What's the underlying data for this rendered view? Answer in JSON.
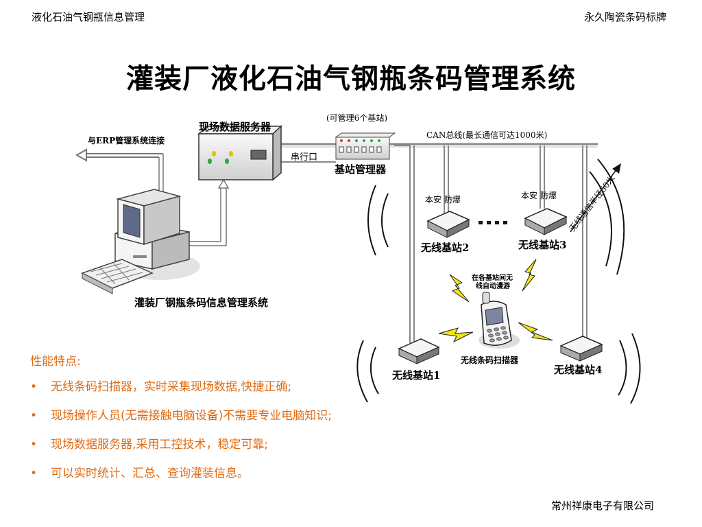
{
  "header": {
    "left": "液化石油气钢瓶信息管理",
    "right": "永久陶瓷条码标牌"
  },
  "title": "灌装厂液化石油气钢瓶条码管理系统",
  "diagram": {
    "server_label": "现场数据服务器",
    "erp_label": "与ERP管理系统连接",
    "serial_label": "串行口",
    "manager_note": "(可管理6个基站)",
    "manager_label": "基站管理器",
    "can_label": "CAN总线(最长通信可达1000米)",
    "radius_label": "无线通信半径50米",
    "station2_tag": "本安 防爆",
    "station3_tag": "本安 防爆",
    "station2_label": "无线基站2",
    "station3_label": "无线基站3",
    "station1_label": "无线基站1",
    "station4_label": "无线基站4",
    "roam_note_1": "在各基站间无",
    "roam_note_2": "线自动漫游",
    "scanner_label": "无线条码扫描器",
    "system_label": "灌装厂钢瓶条码信息管理系统"
  },
  "features": {
    "title": "性能特点:",
    "bullet": "•",
    "items": [
      "无线条码扫描器，实时采集现场数据,快捷正确;",
      "现场操作人员(无需接触电脑设备)不需要专业电脑知识;",
      "现场数据服务器,采用工控技术，稳定可靠;",
      "可以实时统计、汇总、查询灌装信息。"
    ]
  },
  "footer": "常州祥康电子有限公司",
  "colors": {
    "accent": "#e06a10",
    "lightning": "#f2e418"
  }
}
